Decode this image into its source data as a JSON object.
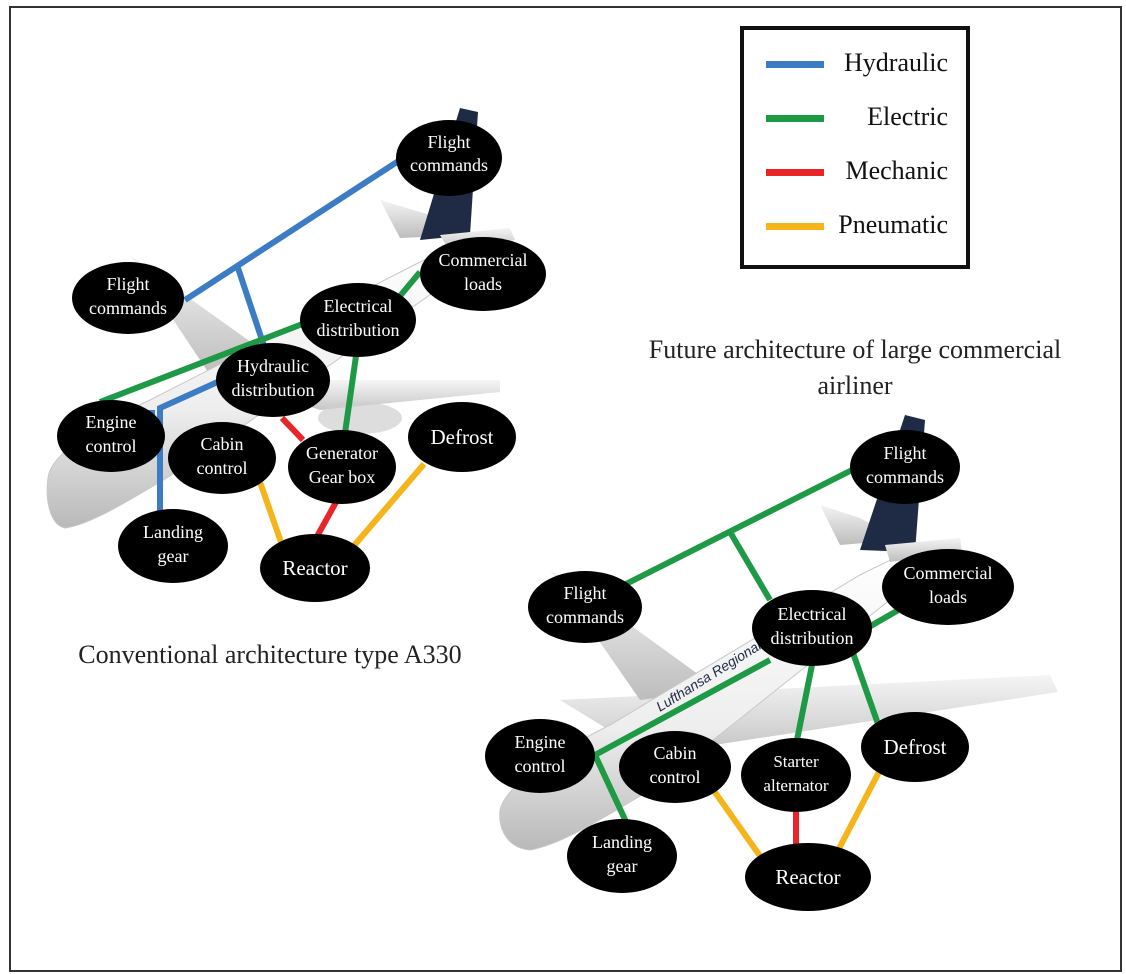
{
  "colors": {
    "hydraulic": "#3b7cc4",
    "electric": "#1e9a46",
    "mechanic": "#e8262a",
    "pneumatic": "#f5b41a"
  },
  "legend": [
    {
      "label": "Hydraulic",
      "color_key": "hydraulic"
    },
    {
      "label": "Electric",
      "color_key": "electric"
    },
    {
      "label": "Mechanic",
      "color_key": "mechanic"
    },
    {
      "label": "Pneumatic",
      "color_key": "pneumatic"
    }
  ],
  "captions": {
    "conventional": "Conventional architecture type A330",
    "future_line1": "Future architecture of large commercial",
    "future_line2": "airliner"
  },
  "diagrams": {
    "conventional": {
      "nodes": [
        {
          "id": "flight-commands-top",
          "lines": [
            "Flight",
            "commands"
          ]
        },
        {
          "id": "flight-commands-left",
          "lines": [
            "Flight",
            "commands"
          ]
        },
        {
          "id": "commercial-loads",
          "lines": [
            "Commercial",
            "loads"
          ]
        },
        {
          "id": "electrical-distribution",
          "lines": [
            "Electrical",
            "distribution"
          ]
        },
        {
          "id": "hydraulic-distribution",
          "lines": [
            "Hydraulic",
            "distribution"
          ]
        },
        {
          "id": "engine-control",
          "lines": [
            "Engine",
            "control"
          ]
        },
        {
          "id": "cabin-control",
          "lines": [
            "Cabin",
            "control"
          ]
        },
        {
          "id": "generator-gear-box",
          "lines": [
            "Generator",
            "Gear box"
          ]
        },
        {
          "id": "defrost",
          "lines": [
            "Defrost"
          ]
        },
        {
          "id": "landing-gear",
          "lines": [
            "Landing",
            "gear"
          ]
        },
        {
          "id": "reactor",
          "lines": [
            "Reactor"
          ]
        }
      ]
    },
    "future": {
      "nodes": [
        {
          "id": "flight-commands-top",
          "lines": [
            "Flight",
            "commands"
          ]
        },
        {
          "id": "flight-commands-left",
          "lines": [
            "Flight",
            "commands"
          ]
        },
        {
          "id": "commercial-loads",
          "lines": [
            "Commercial",
            "loads"
          ]
        },
        {
          "id": "electrical-distribution",
          "lines": [
            "Electrical",
            "distribution"
          ]
        },
        {
          "id": "engine-control",
          "lines": [
            "Engine",
            "control"
          ]
        },
        {
          "id": "cabin-control",
          "lines": [
            "Cabin",
            "control"
          ]
        },
        {
          "id": "starter-alternator",
          "lines": [
            "Starter",
            "alternator"
          ]
        },
        {
          "id": "defrost",
          "lines": [
            "Defrost"
          ]
        },
        {
          "id": "landing-gear",
          "lines": [
            "Landing",
            "gear"
          ]
        },
        {
          "id": "reactor",
          "lines": [
            "Reactor"
          ]
        }
      ]
    }
  }
}
